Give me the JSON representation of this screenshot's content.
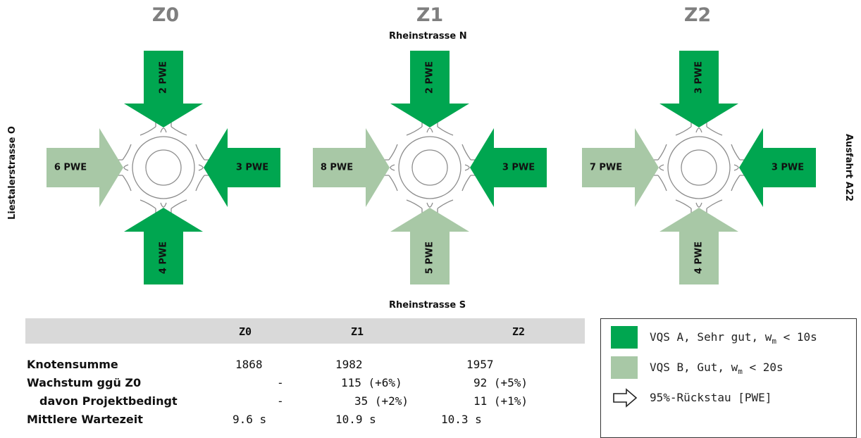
{
  "scenarios": [
    {
      "title": "Z0",
      "north": "2 PWE",
      "west": "6 PWE",
      "east": "3 PWE",
      "south": "4 PWE",
      "levels": {
        "north": "A",
        "west": "B",
        "east": "A",
        "south": "A"
      }
    },
    {
      "title": "Z1",
      "north": "2 PWE",
      "west": "8 PWE",
      "east": "3 PWE",
      "south": "5 PWE",
      "levels": {
        "north": "A",
        "west": "B",
        "east": "A",
        "south": "B"
      }
    },
    {
      "title": "Z2",
      "north": "3 PWE",
      "west": "7 PWE",
      "east": "3 PWE",
      "south": "4 PWE",
      "levels": {
        "north": "A",
        "west": "B",
        "east": "A",
        "south": "B"
      }
    }
  ],
  "roads": {
    "north": "Rheinstrasse N",
    "south": "Rheinstrasse S",
    "west": "Liestalerstrasse O",
    "east": "Ausfahrt A22"
  },
  "colors": {
    "level_a": "#00a650",
    "level_b": "#a8c8a6",
    "road": "#8c8c8c",
    "header_bg": "#d9d9d9"
  },
  "table": {
    "columns": [
      "Z0",
      "Z1",
      "Z2"
    ],
    "rows": [
      {
        "label": "Knotensumme",
        "z0": "1868",
        "z1": "1982",
        "z2": "1957"
      },
      {
        "label": "Wachstum ggü Z0",
        "z0": "-",
        "z1": "115 (+6%)",
        "z2": "92 (+5%)"
      },
      {
        "label": "davon Projektbedingt",
        "z0": "-",
        "z1": "35 (+2%)",
        "z2": "11 (+1%)"
      },
      {
        "label": "Mittlere Wartezeit",
        "z0": "9.6 s",
        "z1": "10.9 s",
        "z2": "10.3 s"
      }
    ]
  },
  "legend": {
    "a_prefix": "VQS A, Sehr gut, w",
    "a_sub": "m",
    "a_suffix": " < 10s",
    "b_prefix": "VQS B, Gut, w",
    "b_sub": "m",
    "b_suffix": " < 20s",
    "queue": "95%-Rückstau [PWE]"
  }
}
